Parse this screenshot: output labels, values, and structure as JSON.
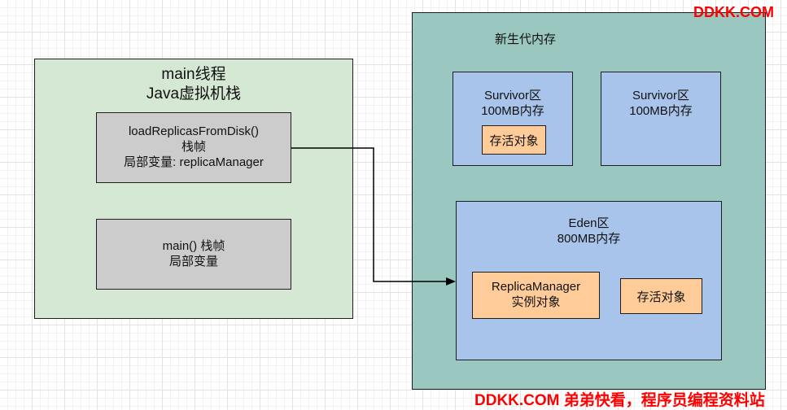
{
  "thread": {
    "title_line1": "main线程",
    "title_line2": "Java虚拟机栈",
    "frame1": {
      "line1": "loadReplicasFromDisk()",
      "line2": "栈帧",
      "line3": "局部变量: replicaManager"
    },
    "frame2": {
      "line1": "main() 栈帧",
      "line2": "局部变量"
    }
  },
  "young_gen": {
    "title": "新生代内存",
    "survivor1": {
      "line1": "Survivor区",
      "line2": "100MB内存",
      "object": "存活对象"
    },
    "survivor2": {
      "line1": "Survivor区",
      "line2": "100MB内存"
    },
    "eden": {
      "line1": "Eden区",
      "line2": "800MB内存",
      "replica_obj_line1": "ReplicaManager",
      "replica_obj_line2": "实例对象",
      "live_obj": "存活对象"
    }
  },
  "watermark": {
    "top": "DDKK.COM",
    "bottom": "DDKK.COM 弟弟快看，程序员编程资料站"
  },
  "colors": {
    "thread_bg": "#d5e8d4",
    "frame_bg": "#cccccc",
    "young_bg": "#9ac7bf",
    "region_bg": "#a9c4eb",
    "object_bg": "#ffcc99",
    "watermark": "#ff0000"
  }
}
